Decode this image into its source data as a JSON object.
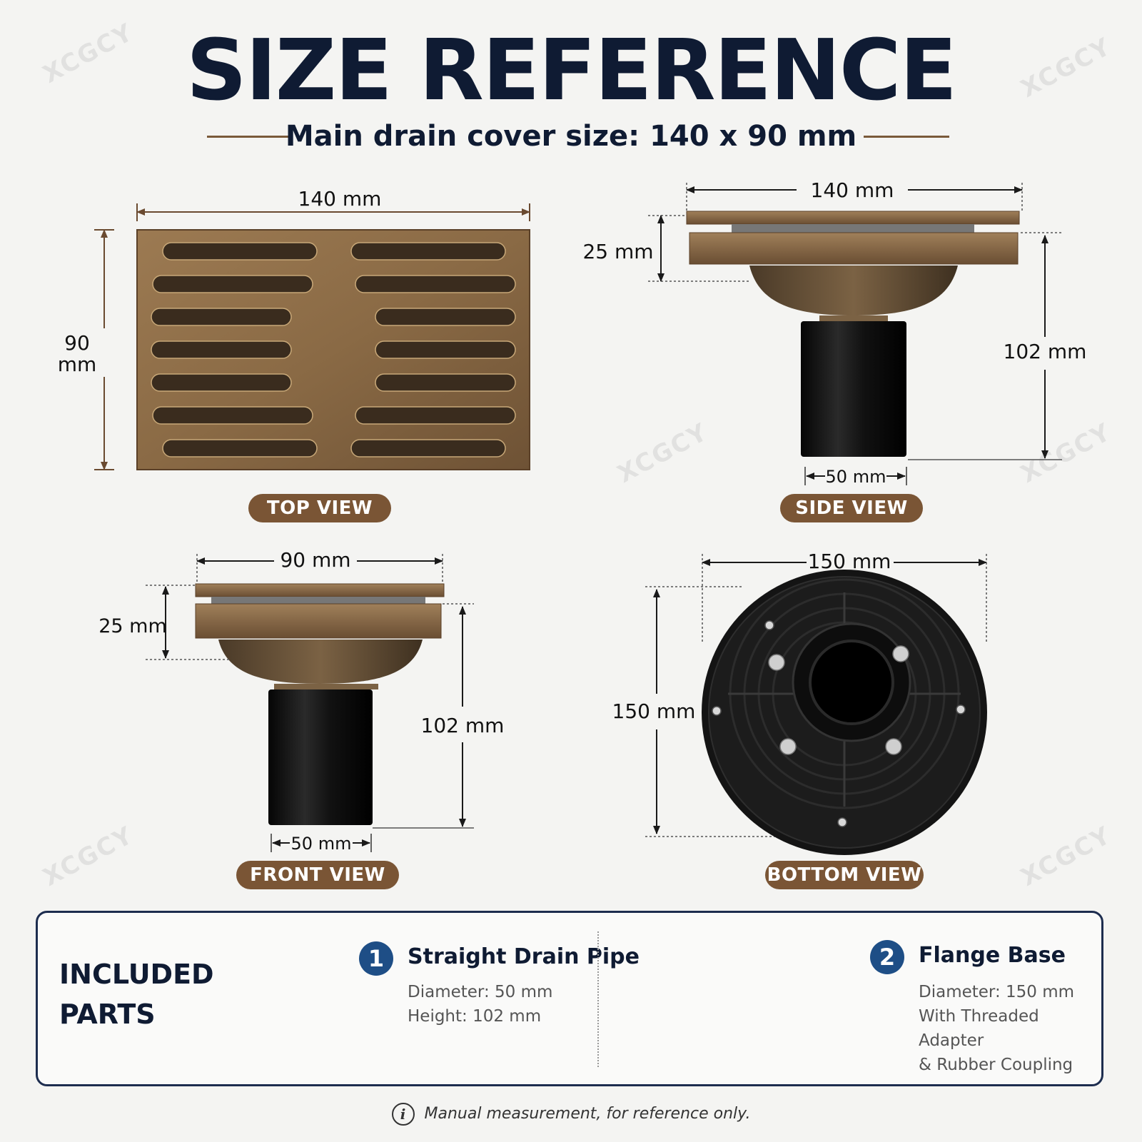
{
  "header": {
    "title": "SIZE REFERENCE",
    "subtitle": "Main drain cover size: 140 x 90 mm"
  },
  "watermark": "XCGCY",
  "views": {
    "top": {
      "label": "TOP VIEW",
      "width": "140 mm",
      "height_line1": "90",
      "height_line2": "mm"
    },
    "side": {
      "label": "SIDE VIEW",
      "width": "140 mm",
      "cover_height": "25 mm",
      "total_height": "102 mm",
      "pipe_diameter": "50 mm"
    },
    "front": {
      "label": "FRONT VIEW",
      "width": "90 mm",
      "cover_height": "25 mm",
      "total_height": "102 mm",
      "pipe_diameter": "50 mm"
    },
    "bottom": {
      "label": "BOTTOM VIEW",
      "width": "150 mm",
      "height": "150 mm"
    }
  },
  "included": {
    "heading_line1": "INCLUDED",
    "heading_line2": "PARTS",
    "parts": [
      {
        "number": "1",
        "name": "Straight Drain Pipe",
        "details": [
          "Diameter: 50 mm",
          "Height: 102 mm"
        ]
      },
      {
        "number": "2",
        "name": "Flange Base",
        "details": [
          "Diameter: 150 mm",
          "With Threaded Adapter",
          "& Rubber Coupling"
        ]
      }
    ]
  },
  "note": "Manual measurement, for reference only.",
  "colors": {
    "navy": "#0f1b33",
    "bronze": "#7a5535",
    "accent_blue": "#1e4e86"
  }
}
